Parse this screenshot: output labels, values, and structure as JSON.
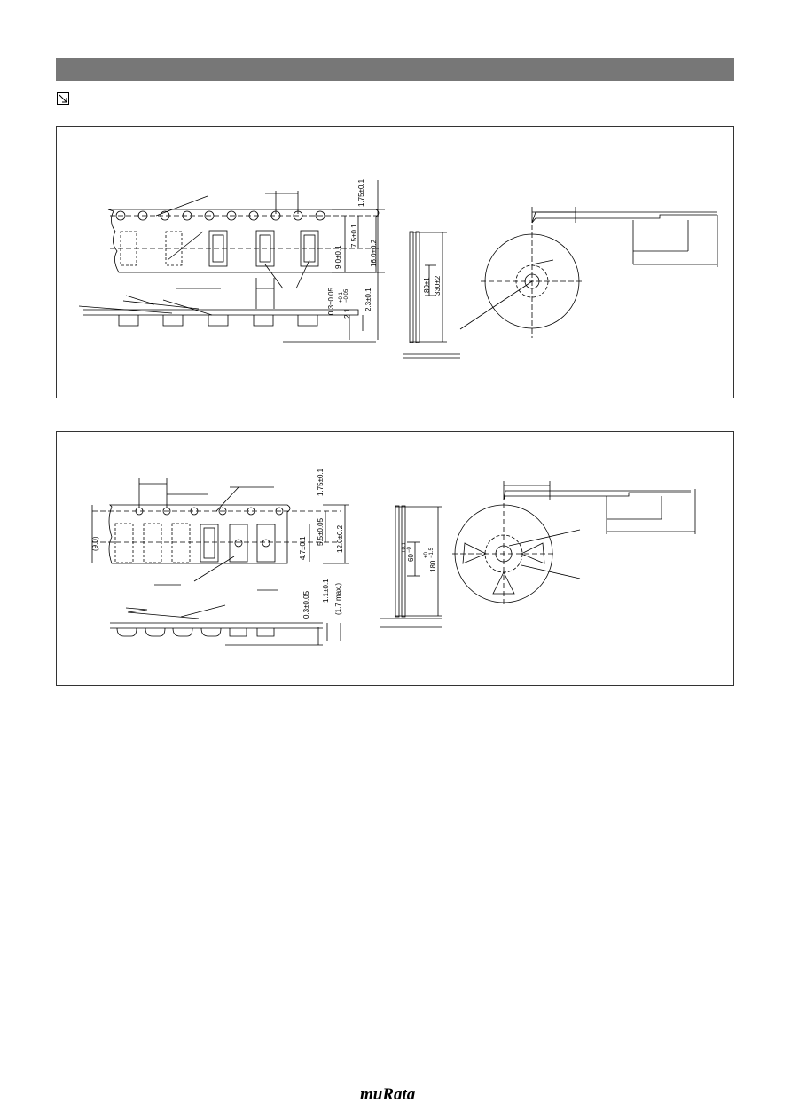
{
  "icons": {
    "corner": "arrow-down-right-icon",
    "logo": "murata-logo"
  },
  "logo": {
    "text": "muRata"
  },
  "panel1": {
    "dims": {
      "a": "1.75±0.1",
      "b": "7.5±0.1",
      "c": "9.0±0.1",
      "d": "16.0±0.2",
      "e": "0.3±0.05",
      "f": "2.1",
      "f_tol_up": "+0.1",
      "f_tol_dn": "−0.05",
      "g": "2.3±0.1",
      "h": "80±1",
      "i": "330±2"
    }
  },
  "panel2": {
    "dims": {
      "a": "1.75±0.1",
      "b": "5.5±0.05",
      "c": "4.7±0.1",
      "d": "12.0±0.2",
      "e": "(9.0)",
      "f": "0.3±0.05",
      "g": "1.1±0.1",
      "h": "(1.7 max.)",
      "i": "60",
      "i_tol_up": "+0.1",
      "i_tol_dn": "−0",
      "j": "180",
      "j_tol_up": "+0",
      "j_tol_dn": "−1.5"
    }
  }
}
